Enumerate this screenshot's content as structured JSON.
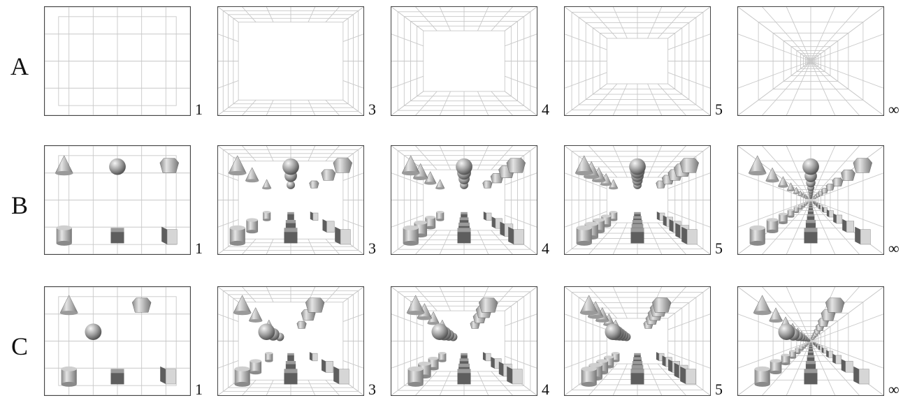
{
  "rows": [
    {
      "label": "A",
      "content": "grid"
    },
    {
      "label": "B",
      "content": "objects-symmetric"
    },
    {
      "label": "C",
      "content": "objects-mixed"
    }
  ],
  "depth_labels": [
    "1",
    "3",
    "4",
    "5",
    "∞"
  ],
  "colors": {
    "border": "#444444",
    "grid": "#c8c8c8",
    "object_light": "#d6d6d6",
    "object_mid": "#9a9a9a",
    "object_dark": "#5e5e5e"
  }
}
